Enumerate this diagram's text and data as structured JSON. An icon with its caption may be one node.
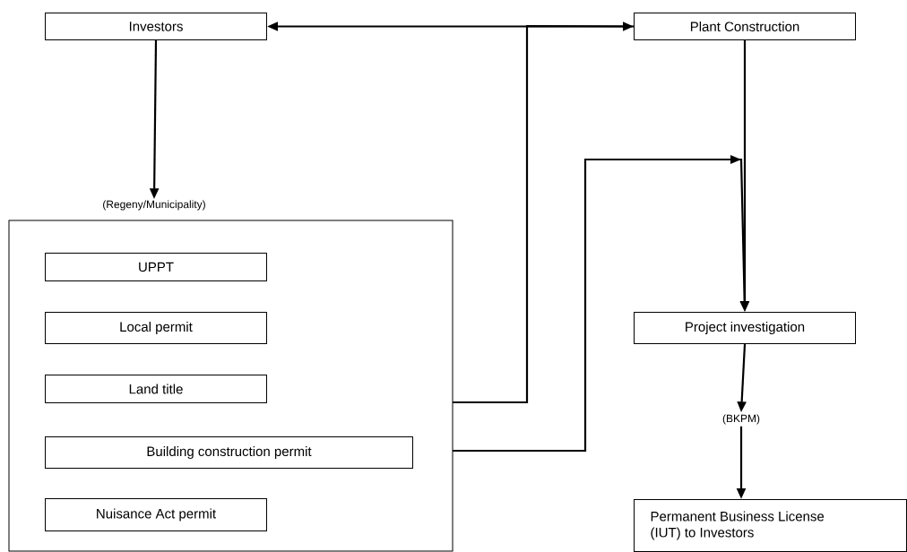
{
  "diagram": {
    "nodes": [
      {
        "text": [
          "Investors"
        ]
      },
      {
        "text": [
          "Plant Construction"
        ]
      },
      {
        "text": [
          "(Regeny/Municipality)"
        ]
      },
      {
        "text": [
          "UPPT"
        ],
        "in": 2
      },
      {
        "text": [
          "Local permit"
        ],
        "in": 2
      },
      {
        "text": [
          "Land title"
        ],
        "in": 2
      },
      {
        "text": [
          "Building construction permit"
        ],
        "in": 2
      },
      {
        "text": [
          "Nuisance Act permit"
        ],
        "in": 2
      },
      {
        "text": [
          "Project investigation"
        ]
      },
      {
        "text": [
          "(BKPM)"
        ]
      },
      {
        "text": [
          "Permanent Business License (IUT) to Investors"
        ]
      }
    ],
    "edges": [
      {
        "from": 0,
        "to": 1,
        "arrow": "both"
      },
      {
        "from": 0,
        "to": 2,
        "arrow": "to"
      },
      {
        "from": 2,
        "to": 1,
        "arrow": "none"
      },
      {
        "from": 2,
        "to": 8,
        "arrow": "to"
      },
      {
        "from": 1,
        "to": 8,
        "arrow": "to"
      },
      {
        "from": 8,
        "to": 9,
        "arrow": "to"
      },
      {
        "from": 9,
        "to": 10,
        "arrow": "to"
      }
    ]
  }
}
